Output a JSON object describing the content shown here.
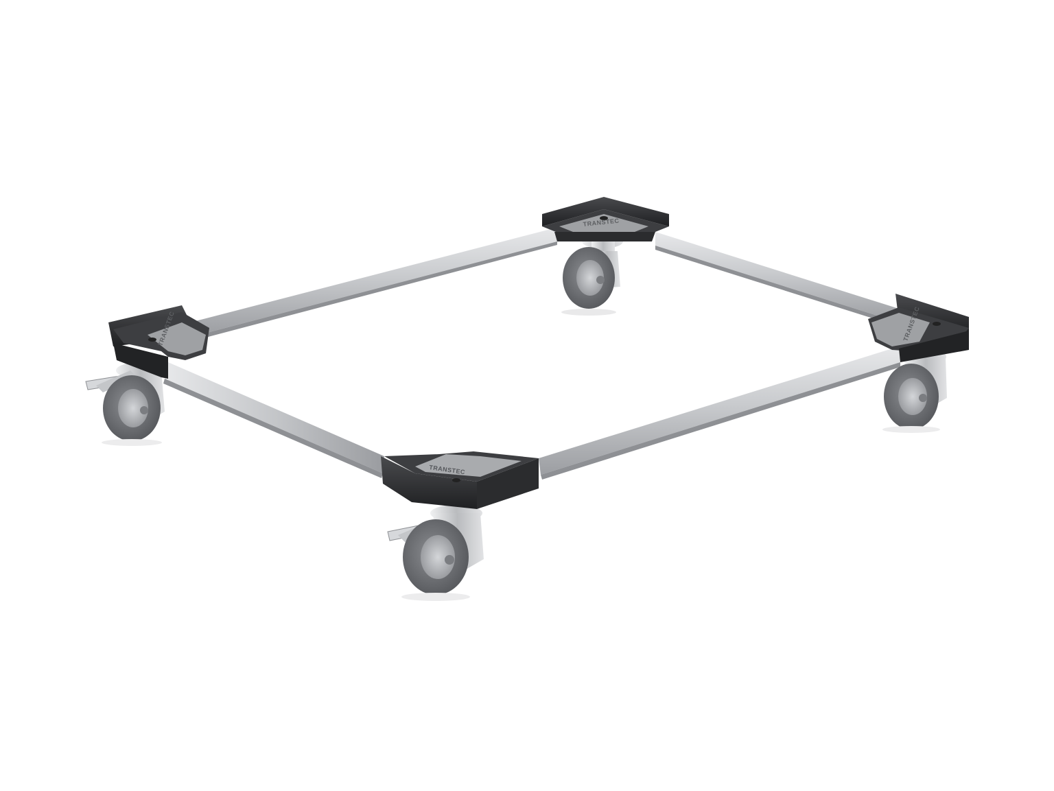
{
  "image": {
    "subject": "dolly-frame",
    "background": "#ffffff"
  },
  "colors": {
    "tube_light": "#d9dadc",
    "tube_mid": "#b7b9bc",
    "tube_dark": "#8e9094",
    "corner_plastic": "#2b2c2e",
    "corner_top": "#3d3e41",
    "plate_metal": "#a9abae",
    "wheel_tread": "#6f7175",
    "wheel_hub": "#9a9ca0",
    "chrome": "#c9cbce"
  },
  "markings": {
    "corner_front_text": "TRANSTEC",
    "corner_back_text": "TRANSTEC",
    "corner_left_text": "TRANSTEC",
    "corner_right_text": "TRANSTEC"
  },
  "icons": {
    "brake_icon": "brake-pedal-icon",
    "caster_icon": "swivel-caster-icon"
  }
}
